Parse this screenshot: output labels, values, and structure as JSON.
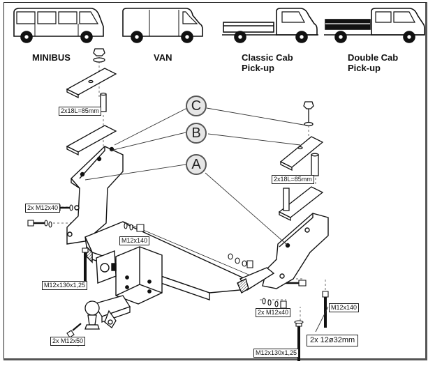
{
  "vehicles": {
    "minibus": {
      "label": "MINIBUS"
    },
    "van": {
      "label": "VAN"
    },
    "classic_cab": {
      "line1": "Classic Cab",
      "line2": "Pick-up"
    },
    "double_cab": {
      "line1": "Double Cab",
      "line2": "Pick-up"
    }
  },
  "callouts": {
    "a": "A",
    "b": "B",
    "c": "C"
  },
  "labels": {
    "spacer_left": "2x18L=85mm",
    "spacer_right": "2x18L=85mm",
    "bolt_m12x40_left": "2x M12x40",
    "bolt_m12x140_center": "M12x140",
    "bolt_m12x130_left": "M12x130x1,25",
    "bolt_m12x50": "2x M12x50",
    "bolt_m12x40_right": "2x M12x40",
    "bolt_m12x140_right": "M12x140",
    "washer_12x32": "2x  12ø32mm",
    "bolt_m12x130_right": "M12x130x1,25"
  }
}
